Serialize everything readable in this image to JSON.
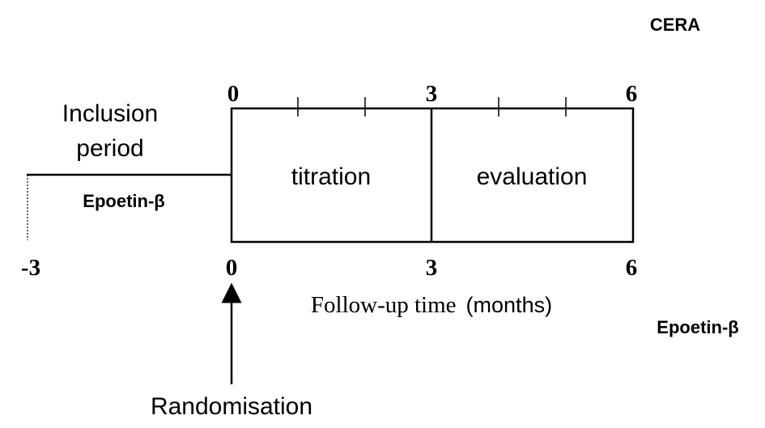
{
  "arm_top": {
    "label": "CERA",
    "ticks": [
      "0",
      "3",
      "6"
    ]
  },
  "arm_bottom": {
    "label": "Epoetin-β",
    "ticks": [
      "-3",
      "0",
      "3",
      "6"
    ]
  },
  "inclusion": {
    "line1": "Inclusion",
    "line2": "period",
    "drug": "Epoetin-β"
  },
  "phases": {
    "titration": "titration",
    "evaluation": "evaluation"
  },
  "axis": {
    "label_part1": "Follow-up time",
    "label_part2": "(months)"
  },
  "randomisation": {
    "label": "Randomisation"
  }
}
